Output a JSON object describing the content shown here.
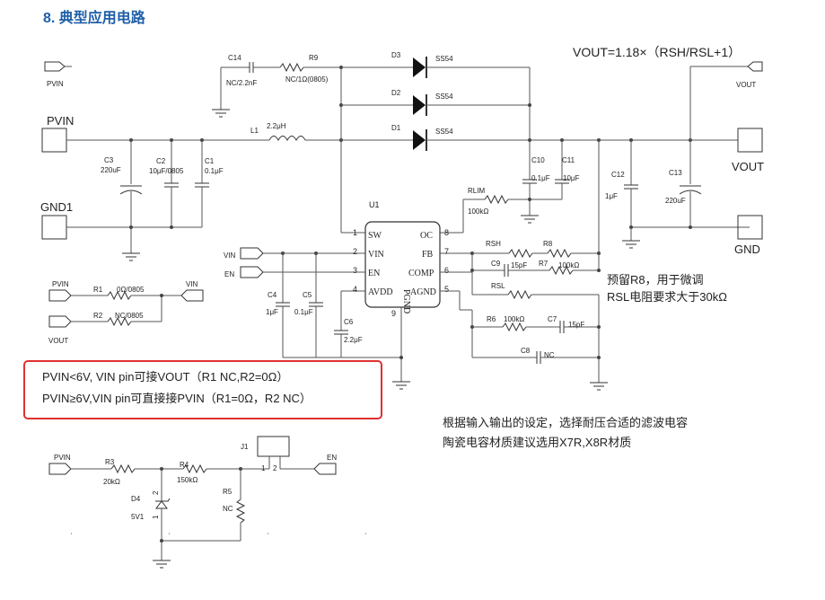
{
  "title": "8.  典型应用电路",
  "formula": "VOUT=1.18×（RSH/RSL+1）",
  "ports": {
    "pvin_small": "PVIN",
    "pvin": "PVIN",
    "gnd1": "GND1",
    "vout_small": "VOUT",
    "vout": "VOUT",
    "gnd": "GND",
    "vin": "VIN",
    "en": "EN",
    "r_pvin": "PVIN",
    "r_vin": "VIN",
    "r_vout": "VOUT",
    "bot_pvin": "PVIN",
    "bot_en": "EN"
  },
  "parts": {
    "c14": "C14",
    "c14_v": "NC/2.2nF",
    "r9": "R9",
    "r9_v": "NC/1Ω(0805)",
    "d3": "D3",
    "d2": "D2",
    "d1": "D1",
    "d_v1": "SS54",
    "d_v2": "SS54",
    "d_v3": "SS54",
    "l1": "L1",
    "l1_v": "2.2μH",
    "c3": "C3",
    "c3_v": "220uF",
    "c2": "C2",
    "c2_v": "10μF/0805",
    "c1": "C1",
    "c1_v": "0.1μF",
    "c10": "C10",
    "c10_v": "0.1μF",
    "c11": "C11",
    "c11_v": "10μF",
    "c12": "C12",
    "c12_v": "1μF",
    "c13": "C13",
    "c13_v": "220uF",
    "rlim": "RLIM",
    "rlim_v": "100kΩ",
    "rsh": "RSH",
    "r8": "R8",
    "c9": "C9",
    "c9_v": "15pF",
    "r7": "R7",
    "r7_v": "100kΩ",
    "rsl": "RSL",
    "c4": "C4",
    "c4_v": "1μF",
    "c5": "C5",
    "c5_v": "0.1μF",
    "c6": "C6",
    "c6_v": "2.2μF",
    "r6": "R6",
    "r6_v": "100kΩ",
    "c7": "C7",
    "c7_v": "15pF",
    "c8": "C8",
    "c8_v": "NC",
    "r1": "R1",
    "r1_v": "0Ω/0805",
    "r2": "R2",
    "r2_v": "NC/0805",
    "r3": "R3",
    "r3_v": "20kΩ",
    "r4": "R4",
    "r4_v": "150kΩ",
    "r5": "R5",
    "r5_v": "NC",
    "d4": "D4",
    "d4_v": "5V1",
    "j1": "J1"
  },
  "ic": {
    "ref": "U1",
    "pins_left": [
      {
        "num": "1",
        "name": "SW"
      },
      {
        "num": "2",
        "name": "VIN"
      },
      {
        "num": "3",
        "name": "EN"
      },
      {
        "num": "4",
        "name": "AVDD"
      }
    ],
    "pins_right": [
      {
        "num": "8",
        "name": "OC"
      },
      {
        "num": "7",
        "name": "FB"
      },
      {
        "num": "6",
        "name": "COMP"
      },
      {
        "num": "5",
        "name": "AGND"
      }
    ],
    "pin_bottom": {
      "num": "9",
      "name": "PGND"
    }
  },
  "notes": {
    "r8_line1": "预留R8，用于微调",
    "r8_line2": "RSL电阻要求大于30kΩ",
    "box_line1": "PVIN<6V, VIN pin可接VOUT（R1 NC,R2=0Ω）",
    "box_line2": "PVIN≥6V,VIN pin可直接接PVIN（R1=0Ω，R2 NC）",
    "cap_line1": "根据输入输出的设定，选择耐压合适的滤波电容",
    "cap_line2": "陶瓷电容材质建议选用X7R,X8R材质"
  },
  "colors": {
    "title": "#1f5fa8",
    "highlight_box": "#e03030",
    "wire": "#555555"
  }
}
